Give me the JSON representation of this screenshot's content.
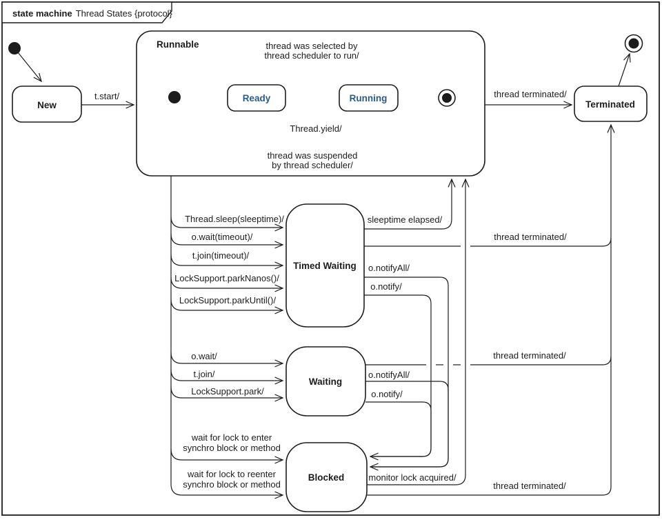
{
  "frame": {
    "title_keyword": "state machine",
    "title_name": "Thread States {protocol}"
  },
  "colors": {
    "line": "#1c1c1c",
    "substate_text": "#2a598f",
    "state_fill": "#ffffff",
    "background": "#ffffff"
  },
  "states": {
    "new": "New",
    "runnable": "Runnable",
    "ready": "Ready",
    "running": "Running",
    "terminated": "Terminated",
    "timed_waiting": "Timed Waiting",
    "waiting": "Waiting",
    "blocked": "Blocked"
  },
  "icons": {
    "initial_state": "initial-state (filled circle)",
    "final_state": "final-state (ringed circle)"
  },
  "transitions": {
    "t_start": "t.start/",
    "selected_1": "thread was selected by",
    "selected_2": "thread scheduler to run/",
    "yield": "Thread.yield/",
    "suspended_1": "thread was suspended",
    "suspended_2": "by thread scheduler/",
    "runnable_terminated": "thread terminated/",
    "sleep": "Thread.sleep(sleeptime)/",
    "wait_timeout": "o.wait(timeout)/",
    "join_timeout": "t.join(timeout)/",
    "park_nanos": "LockSupport.parkNanos()/",
    "park_until": "LockSupport.parkUntil()/",
    "sleeptime_elapsed": "sleeptime elapsed/",
    "tw_notify_all": "o.notifyAll/",
    "tw_notify": "o.notify/",
    "tw_terminated": "thread terminated/",
    "o_wait": "o.wait/",
    "t_join": "t.join/",
    "park": "LockSupport.park/",
    "w_notify_all": "o.notifyAll/",
    "w_notify": "o.notify/",
    "w_terminated": "thread terminated/",
    "enter_1": "wait for lock to enter",
    "enter_2": "synchro block or method",
    "reenter_1": "wait for lock to reenter",
    "reenter_2": "synchro block or method",
    "monitor": "monitor lock acquired/",
    "b_terminated": "thread terminated/"
  }
}
